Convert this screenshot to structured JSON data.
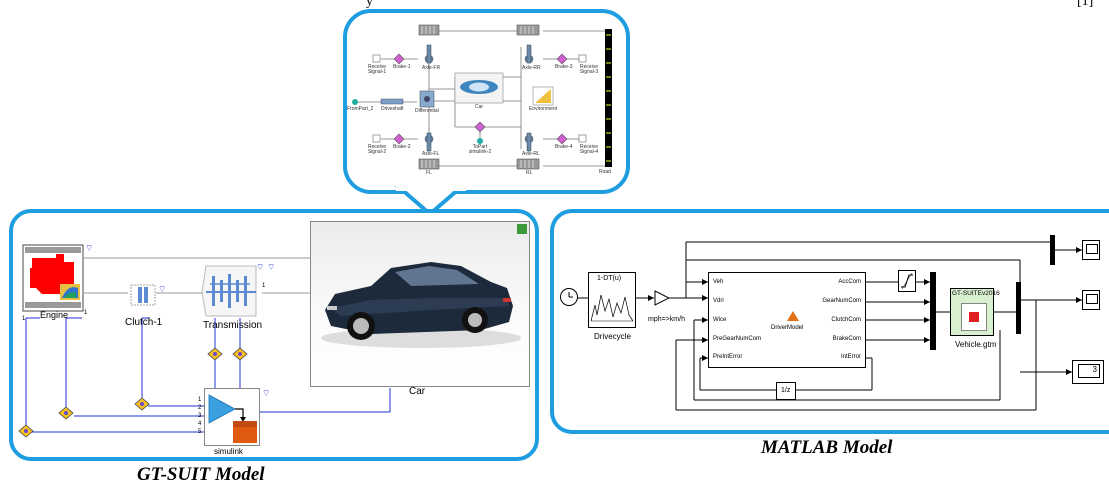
{
  "top_text": {
    "left": "y",
    "right": "[1]"
  },
  "gt_panel": {
    "engine_label": "Engine",
    "clutch_label": "Clutch-1",
    "transmission_label": "Transmission",
    "car_label": "Car",
    "simulink_label": "simulink",
    "engine_port_left": "1",
    "engine_port_right": "1",
    "transmission_port_right": "1",
    "sim_port_1": "1",
    "sim_port_2": "2",
    "sim_port_3": "3",
    "sim_port_4": "4",
    "sim_port_5": "5"
  },
  "vehicle_panel": {
    "labels": {
      "receive_signal_1": "Receive Signal-1",
      "brake_1": "Brake-1",
      "axle_fr": "Axle-FR",
      "axle_rr": "Axle-RR",
      "brake_3": "Brake-3",
      "receive_signal_3": "Receive Signal-3",
      "frompart": "FromPart_2",
      "driveshaft": "Driveshaft",
      "differential": "Differential",
      "car": "Car",
      "environment": "Environment",
      "receive_signal_2": "Receive Signal-2",
      "brake_2": "Brake-2",
      "axle_fl": "Axle-FL",
      "topart": "ToPart simulink-2",
      "axle_rl": "Axle-RL",
      "brake_4": "Brake-4",
      "receive_signal_4": "Receive Signal-4",
      "fl": "FL",
      "rl": "RL",
      "road": "Road"
    }
  },
  "matlab_panel": {
    "drivecycle_block": "1-DT(u)",
    "drivecycle_label": "Drivecycle",
    "gain_label": "mph=>km/h",
    "driver_inputs": [
      "Veh",
      "Vdri",
      "Wice",
      "PreGearNumCom",
      "PreIntError"
    ],
    "driver_outputs": [
      "AccCom",
      "GearNumCom",
      "ClutchCom",
      "BrakeCom",
      "IntError"
    ],
    "driver_label": "DriverModel",
    "delay_label": "1/z",
    "gtsuite_title": "GT-SUITEv2016",
    "gtsuite_label": "Vehicle.gtm",
    "display_value": "3"
  },
  "captions": {
    "gt": "GT-SUIT Model",
    "matlab": "MATLAB Model"
  },
  "colors": {
    "panel_border": "#1e9de0",
    "signal_lines": "#2233dd",
    "engine_fill": "#ff0000",
    "orange_block": "#e05a10"
  }
}
